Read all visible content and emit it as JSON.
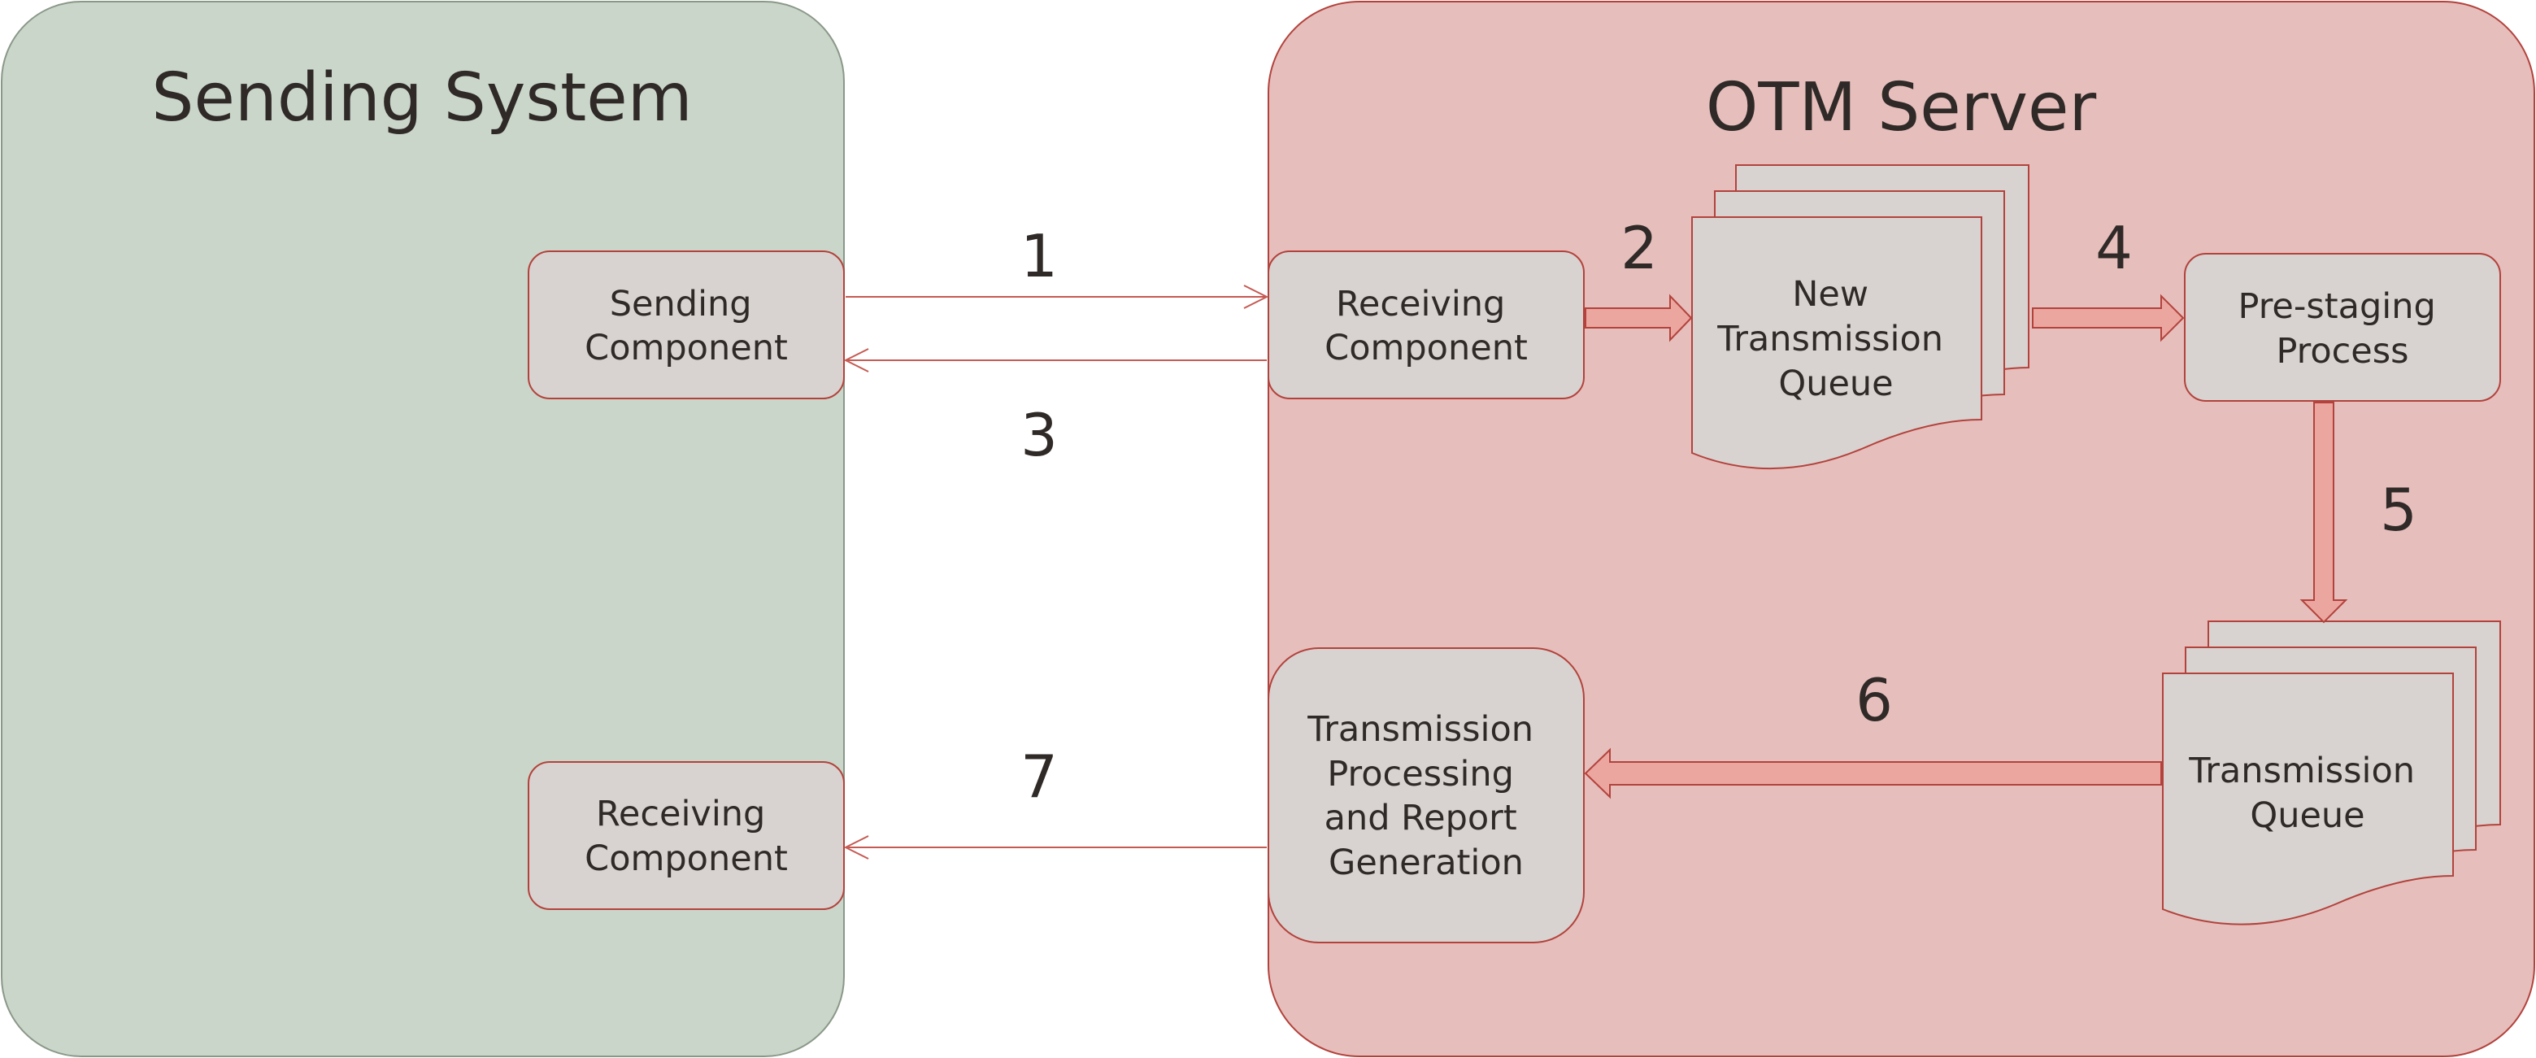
{
  "colors": {
    "sending_bg": "#cbd6ca",
    "server_bg": "#e6bebc",
    "box_fill": "#d8d3d0",
    "stroke": "#b3423c",
    "fat_arrow_fill": "#eca6a0",
    "text": "#2f2a27"
  },
  "sending_system": {
    "title": "Sending System",
    "sending_component": [
      "Sending",
      "Component"
    ],
    "receiving_component": [
      "Receiving",
      "Component"
    ]
  },
  "otm_server": {
    "title": "OTM Server",
    "receiving_component": [
      "Receiving",
      "Component"
    ],
    "new_transmission_queue": [
      "New",
      "Transmission",
      "Queue"
    ],
    "pre_staging_process": [
      "Pre-staging",
      "Process"
    ],
    "transmission_queue": [
      "Transmission",
      "Queue"
    ],
    "processing": [
      "Transmission",
      "Processing",
      "and Report",
      "Generation"
    ]
  },
  "steps": {
    "s1": "1",
    "s2": "2",
    "s3": "3",
    "s4": "4",
    "s5": "5",
    "s6": "6",
    "s7": "7"
  }
}
